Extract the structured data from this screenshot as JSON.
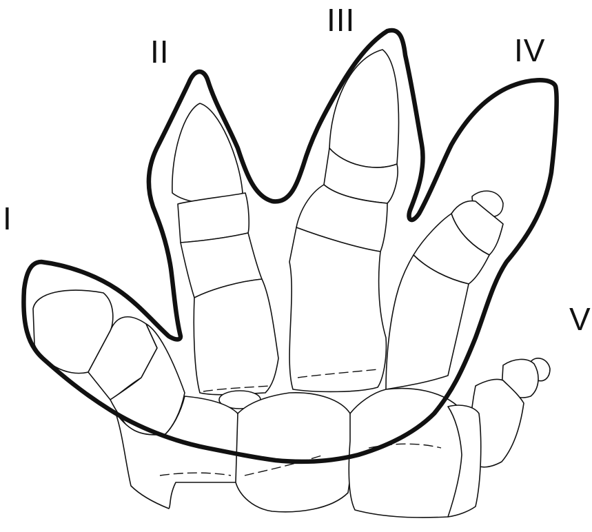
{
  "labels": {
    "digit_1": "I",
    "digit_2": "II",
    "digit_3": "III",
    "digit_4": "IV",
    "digit_5": "V"
  },
  "colors": {
    "ink": "#111111",
    "background": "#ffffff"
  }
}
